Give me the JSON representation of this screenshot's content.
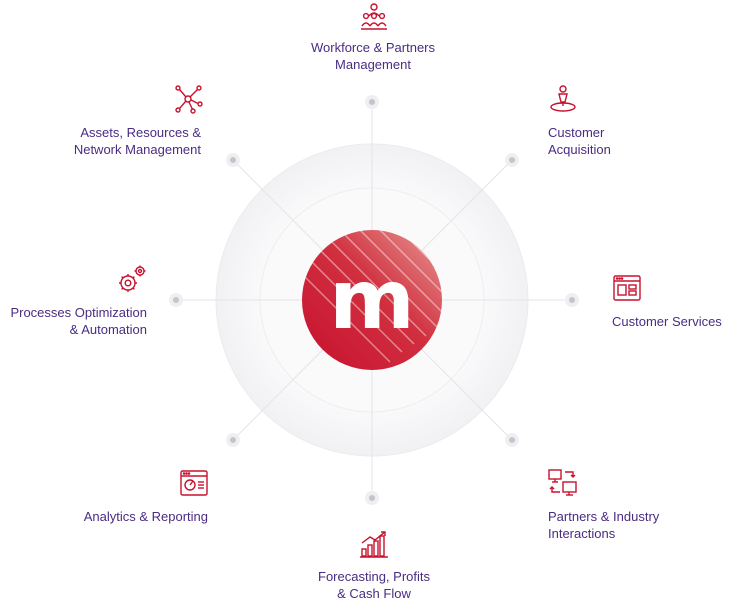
{
  "hub": {
    "logo_letter": "m"
  },
  "nodes": {
    "workforce": {
      "line1": "Workforce & Partners",
      "line2": "Management",
      "icon": "people-group-icon"
    },
    "customer_acquisition": {
      "line1": "Customer",
      "line2": "Acquisition",
      "icon": "person-target-icon"
    },
    "customer_services": {
      "line1": "Customer Services",
      "icon": "browser-window-icon"
    },
    "partners_industry": {
      "line1": "Partners & Industry",
      "line2": "Interactions",
      "icon": "computers-exchange-icon"
    },
    "forecasting": {
      "line1": "Forecasting, Profits",
      "line2": "& Cash Flow",
      "icon": "bar-chart-growth-icon"
    },
    "analytics": {
      "line1": "Analytics & Reporting",
      "icon": "dashboard-window-icon"
    },
    "processes": {
      "line1": "Processes Optimization",
      "line2": "& Automation",
      "icon": "gears-icon"
    },
    "assets": {
      "line1": "Assets, Resources &",
      "line2": "Network Management",
      "icon": "network-nodes-icon"
    }
  },
  "colors": {
    "label_text": "#4a2c82",
    "icon_stroke": "#c8102e",
    "hub_red": "#c8102e",
    "ring": "#f3f3f5",
    "spoke": "#e6e6ea"
  }
}
